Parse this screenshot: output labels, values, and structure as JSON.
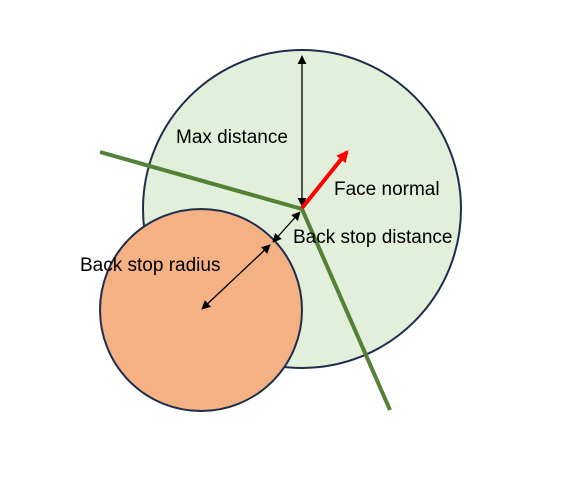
{
  "labels": {
    "max_distance": "Max distance",
    "face_normal": "Face normal",
    "back_stop_distance": "Back stop distance",
    "back_stop_radius": "Back stop radius"
  },
  "colors": {
    "large_circle_fill": "#e2efda",
    "small_circle_fill": "#f4b183",
    "circle_stroke": "#1f2d4d",
    "surface_line": "#538135",
    "face_normal_arrow": "#ff0000",
    "dimension_arrows": "#000000"
  }
}
